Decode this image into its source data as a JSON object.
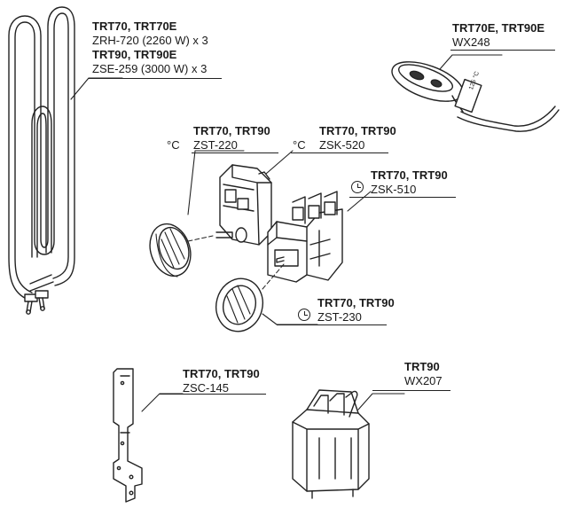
{
  "heating_elements": {
    "models_1": "TRT70, TRT70E",
    "part_1": "ZRH-720 (2260 W) x 3",
    "models_2": "TRT90, TRT90E",
    "part_2": "ZSE-259 (3000 W) x 3"
  },
  "sensor": {
    "models": "TRT70E, TRT90E",
    "part": "WX248",
    "sticker_text": "125 °C"
  },
  "thermostat": {
    "models": "TRT70, TRT90",
    "symbol": "°C",
    "part": "ZST-220"
  },
  "overheat_switch": {
    "models": "TRT70, TRT90",
    "symbol": "°C",
    "part": "ZSK-520"
  },
  "timer_switch": {
    "models": "TRT70, TRT90",
    "part": "ZSK-510"
  },
  "timer_knob": {
    "models": "TRT70, TRT90",
    "part": "ZST-230"
  },
  "bracket": {
    "models": "TRT70, TRT90",
    "part": "ZSC-145"
  },
  "relay": {
    "models": "TRT90",
    "part": "WX207"
  }
}
